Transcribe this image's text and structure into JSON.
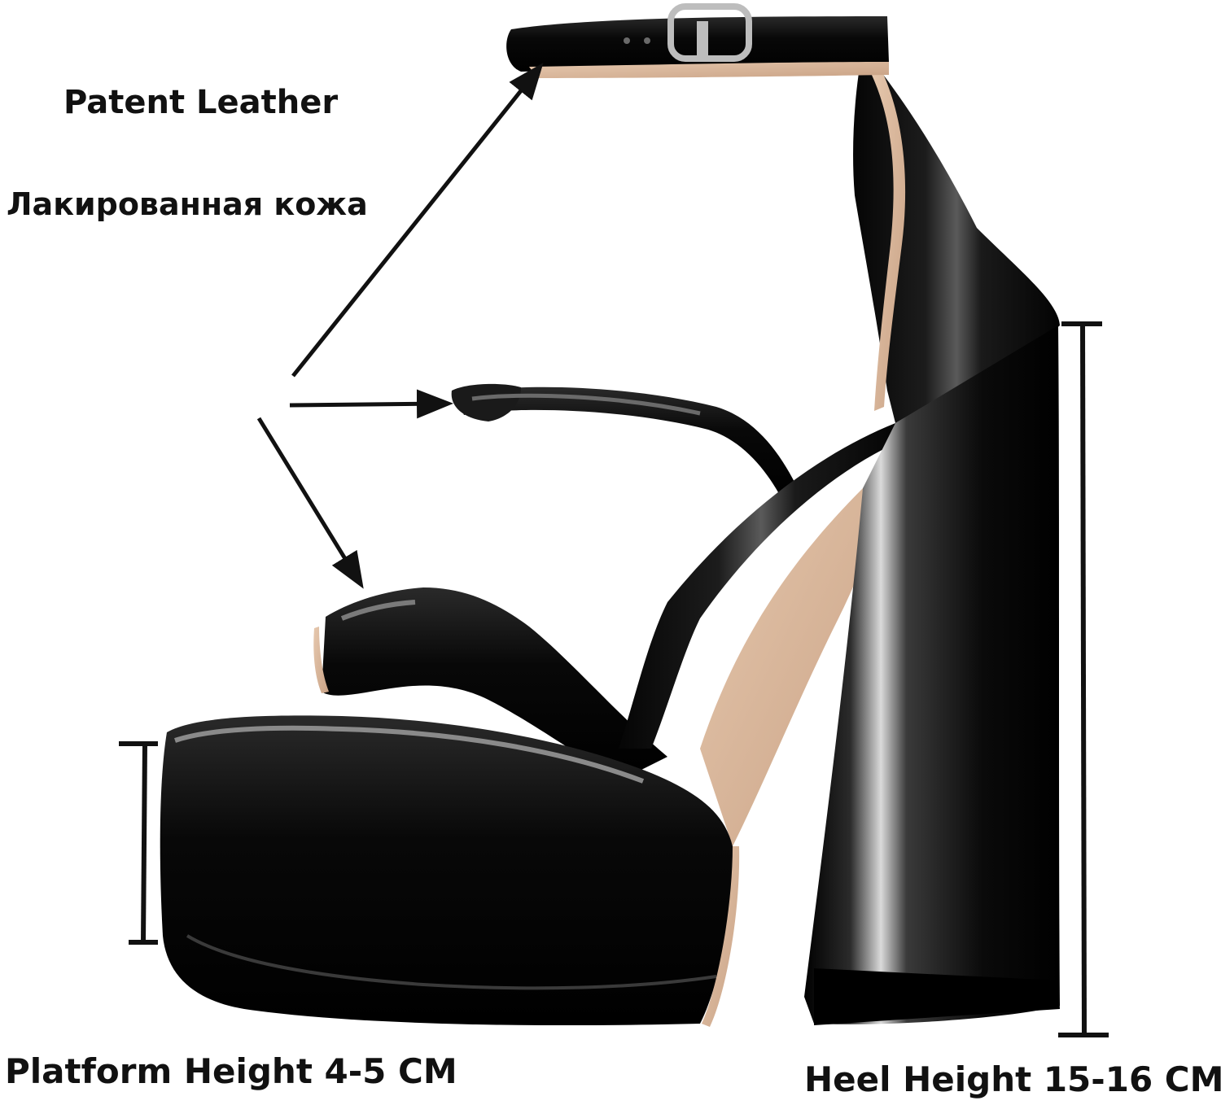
{
  "labels": {
    "material_en": "Patent Leather",
    "material_ru": "Лакированная кожа",
    "platform_height": "Platform Height 4-5 CM",
    "heel_height": "Heel Height 15-16 CM"
  },
  "colors": {
    "background": "#ffffff",
    "patent_black": "#0b0b0b",
    "lining_nude": "#d9b79a",
    "annotation": "#111111"
  },
  "icons": {
    "buckle": "buckle-icon",
    "arrow": "arrow-icon",
    "dimension_bar": "dimension-bar-icon"
  }
}
